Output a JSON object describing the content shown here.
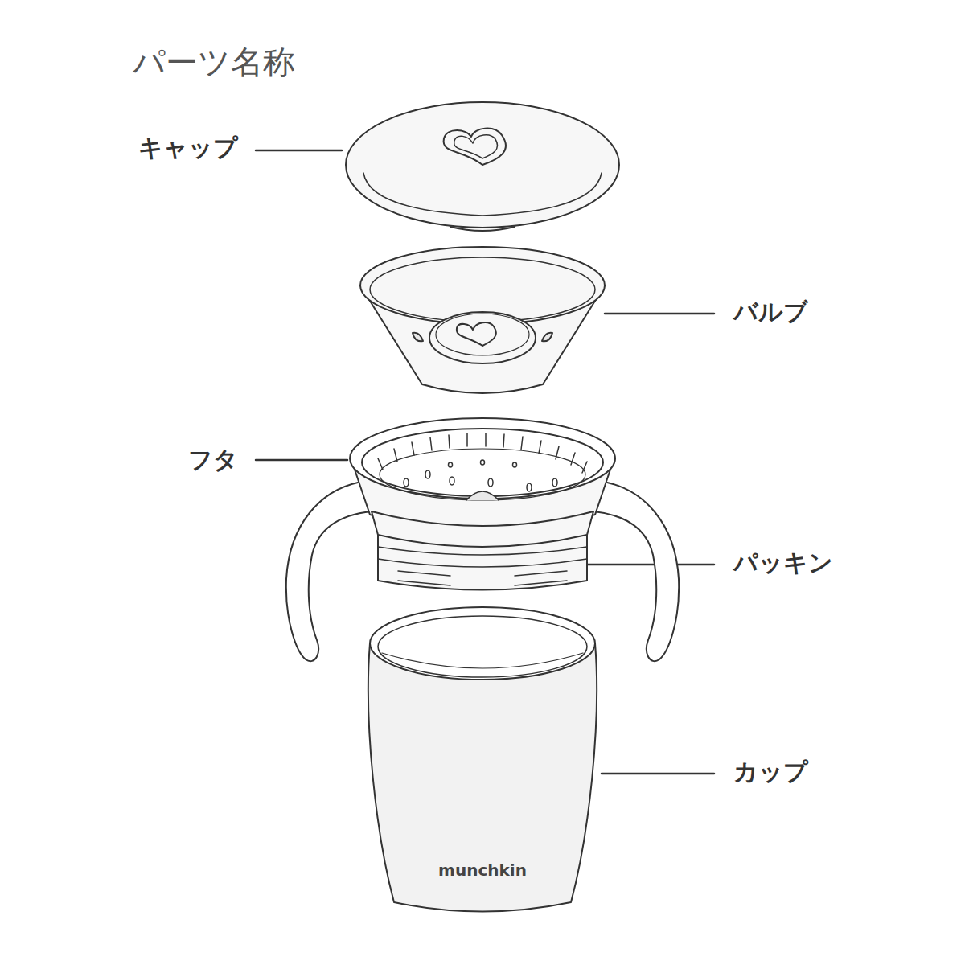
{
  "diagram": {
    "title": "パーツ名称",
    "labels": [
      "キャップ",
      "バルブ",
      "フタ",
      "パッキン",
      "カップ",
      "munchkin"
    ]
  }
}
